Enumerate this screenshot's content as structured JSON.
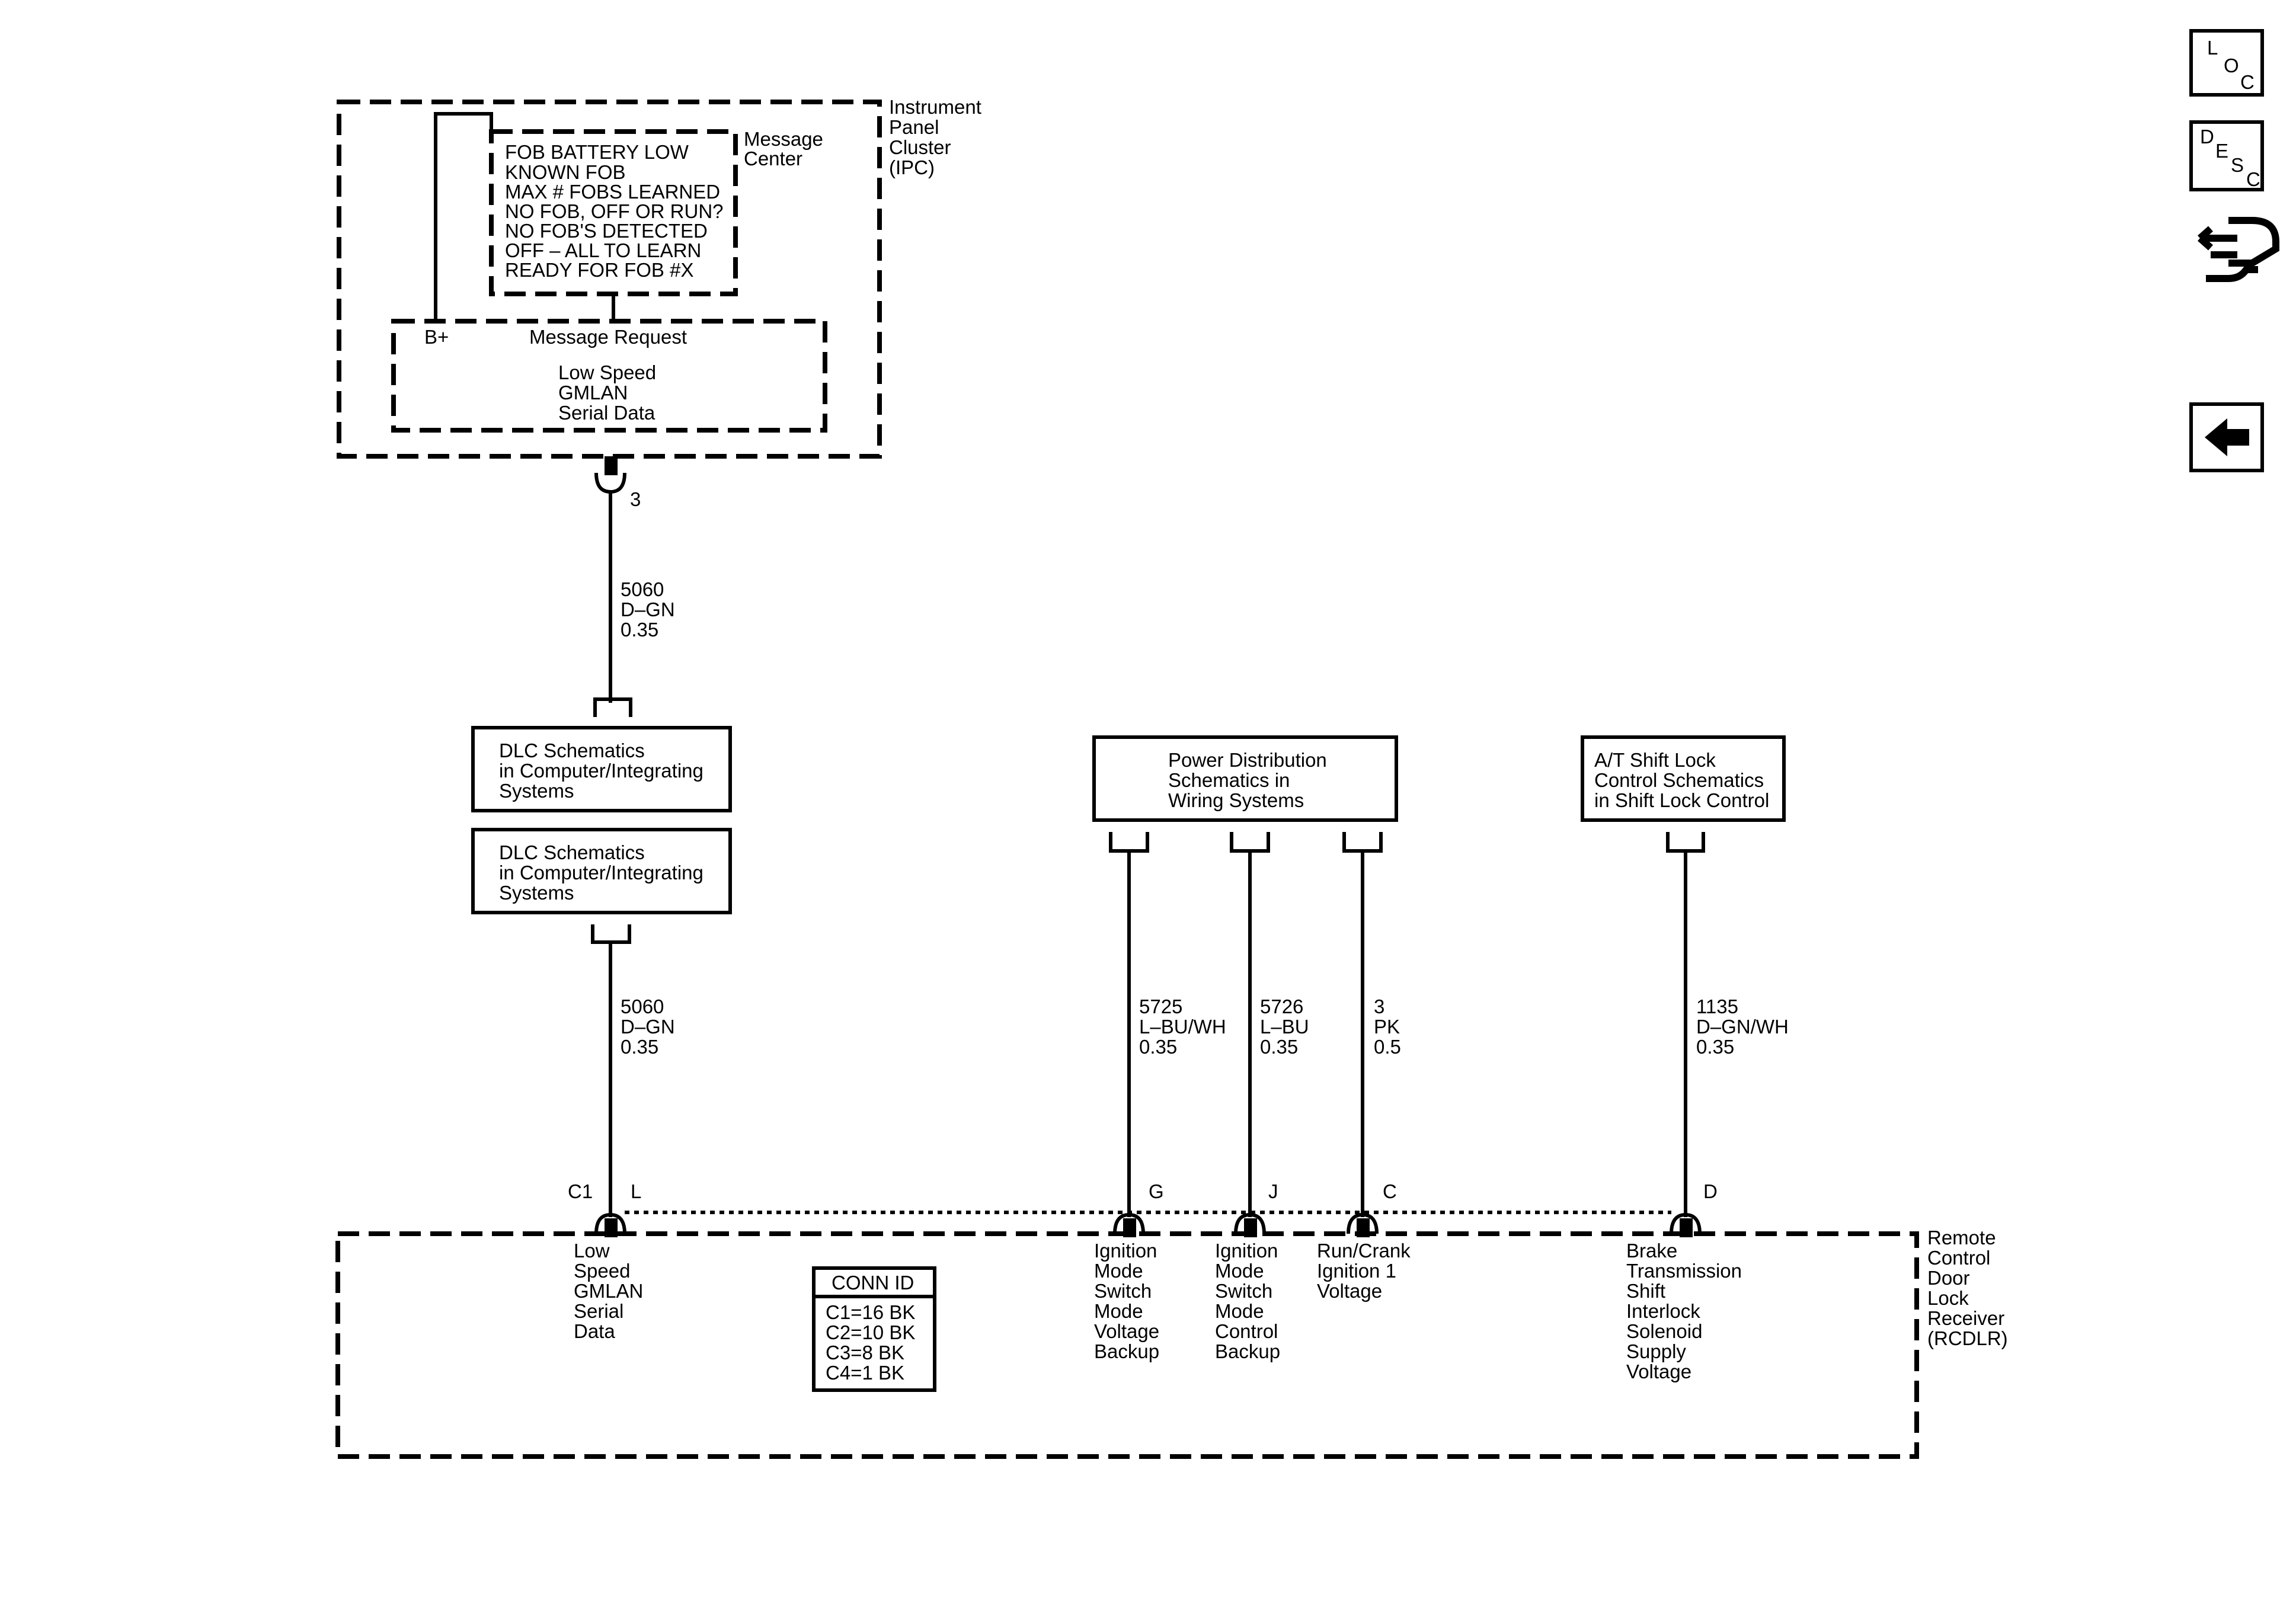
{
  "icons": {
    "loc": {
      "letters": [
        "L",
        "O",
        "C"
      ]
    },
    "desc": {
      "letters": [
        "D",
        "E",
        "S",
        "C"
      ]
    },
    "connector_view": {
      "icon": "connector-view-icon"
    },
    "back": {
      "icon": "back-arrow-icon"
    }
  },
  "ipc": {
    "name_lines": [
      "Instrument",
      "Panel",
      "Cluster",
      "(IPC)"
    ],
    "message_center": {
      "label_lines": [
        "Message",
        "Center"
      ],
      "messages": [
        "FOB BATTERY LOW",
        "KNOWN FOB",
        "MAX # FOBS LEARNED",
        "NO FOB, OFF OR RUN?",
        "NO FOB'S DETECTED",
        "OFF – ALL TO LEARN",
        "READY FOR FOB #X"
      ]
    },
    "b_plus": "B+",
    "message_request": "Message Request",
    "data_lines": [
      "Low Speed",
      "GMLAN",
      "Serial Data"
    ],
    "pin": "3"
  },
  "wires": {
    "w1": [
      "5060",
      "D–GN",
      "0.35"
    ],
    "w2": [
      "5060",
      "D–GN",
      "0.35"
    ],
    "w3": [
      "5725",
      "L–BU/WH",
      "0.35"
    ],
    "w4": [
      "5726",
      "L–BU",
      "0.35"
    ],
    "w5": [
      "3",
      "PK",
      "0.5"
    ],
    "w6": [
      "1135",
      "D–GN/WH",
      "0.35"
    ]
  },
  "refs": {
    "dlc_upper": [
      "DLC Schematics",
      "in Computer/Integrating",
      "Systems"
    ],
    "dlc_lower": [
      "DLC Schematics",
      "in Computer/Integrating",
      "Systems"
    ],
    "power": [
      "Power Distribution",
      "Schematics in",
      "Wiring Systems"
    ],
    "shiftlock": [
      "A/T Shift Lock",
      "Control Schematics",
      "in Shift Lock Control"
    ]
  },
  "rcdlr": {
    "name_lines": [
      "Remote",
      "Control",
      "Door",
      "Lock",
      "Receiver",
      "(RCDLR)"
    ],
    "connector": "C1",
    "pins": {
      "L": "L",
      "G": "G",
      "J": "J",
      "C": "C",
      "D": "D"
    },
    "functions": {
      "L": [
        "Low",
        "Speed",
        "GMLAN",
        "Serial",
        "Data"
      ],
      "G": [
        "Ignition",
        "Mode",
        "Switch",
        "Mode",
        "Voltage",
        "Backup"
      ],
      "J": [
        "Ignition",
        "Mode",
        "Switch",
        "Mode",
        "Control",
        "Backup"
      ],
      "C": [
        "Run/Crank",
        "Ignition 1",
        "Voltage"
      ],
      "D": [
        "Brake",
        "Transmission",
        "Shift",
        "Interlock",
        "Solenoid",
        "Supply",
        "Voltage"
      ]
    },
    "conn_id": {
      "title": "CONN ID",
      "rows": [
        "C1=16 BK",
        "C2=10 BK",
        "C3=8 BK",
        "C4=1 BK"
      ]
    }
  }
}
